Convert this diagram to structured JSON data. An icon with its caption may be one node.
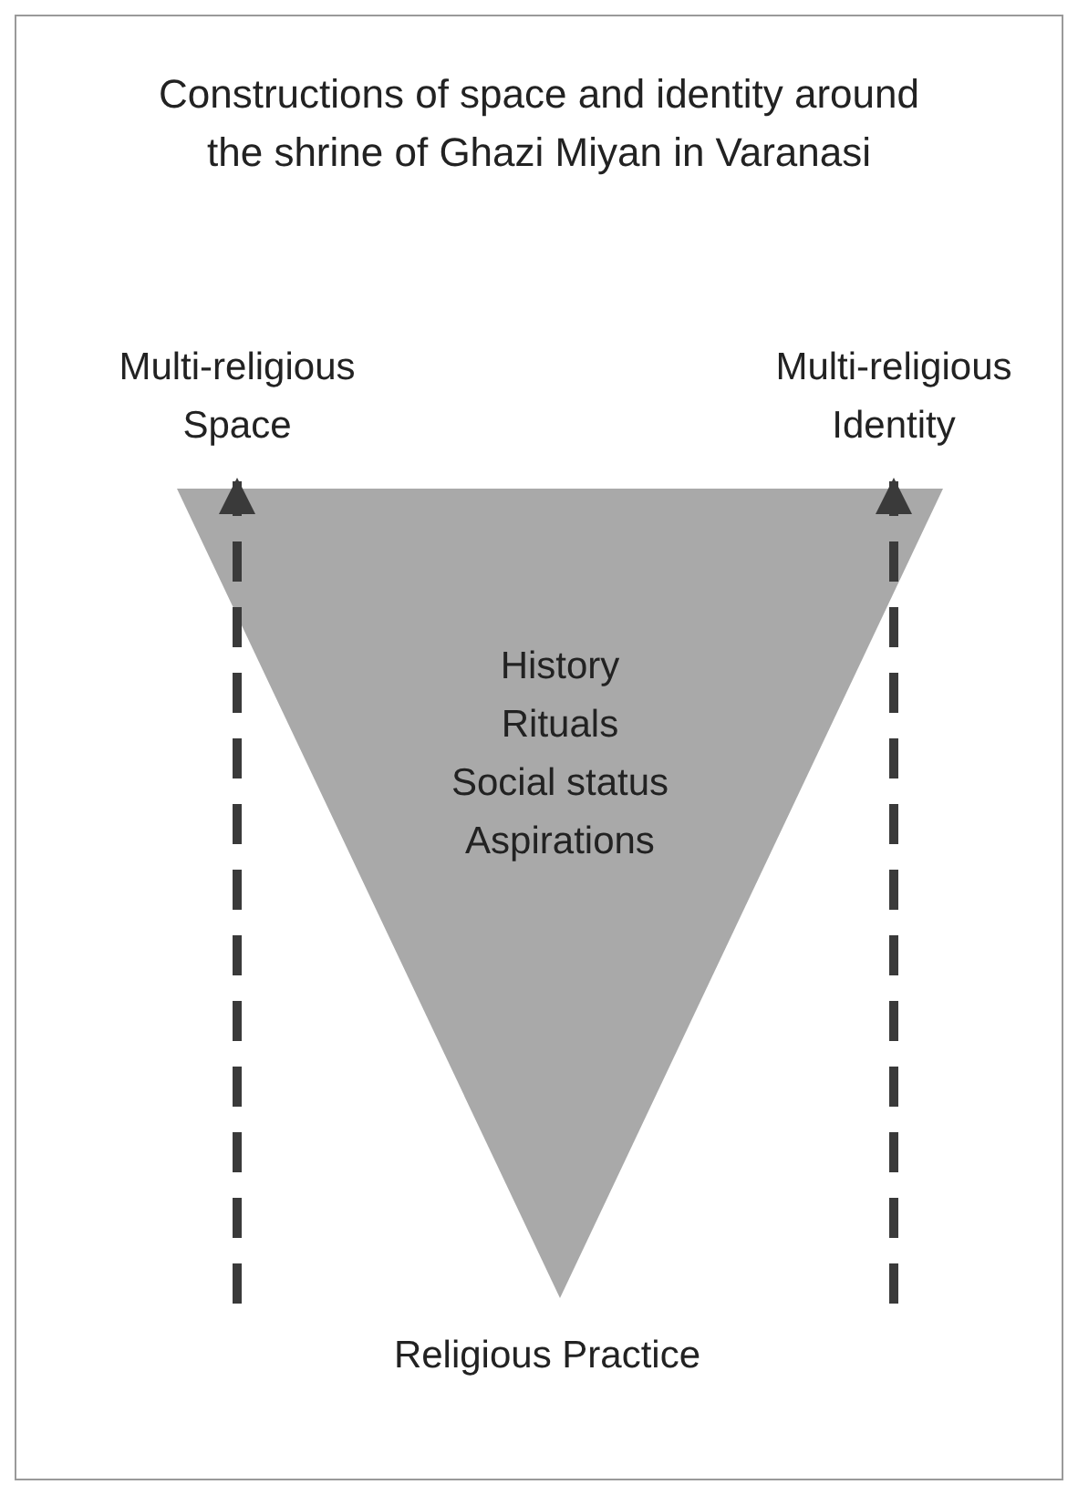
{
  "diagram": {
    "title": "Constructions of space and identity around the shrine of Ghazi Miyan in Varanasi",
    "nodes": [
      {
        "text": [
          "Multi-religious Space"
        ]
      },
      {
        "text": [
          "Multi-religious Identity"
        ]
      },
      {
        "text": [
          "History",
          "Rituals",
          "Social status",
          "Aspirations"
        ]
      },
      {
        "text": [
          "Religious Practice"
        ]
      }
    ],
    "edges": [
      {
        "from": null,
        "to": 0,
        "arrow": "to",
        "style": "dashed"
      },
      {
        "from": null,
        "to": 1,
        "arrow": "to",
        "style": "dashed"
      }
    ]
  }
}
